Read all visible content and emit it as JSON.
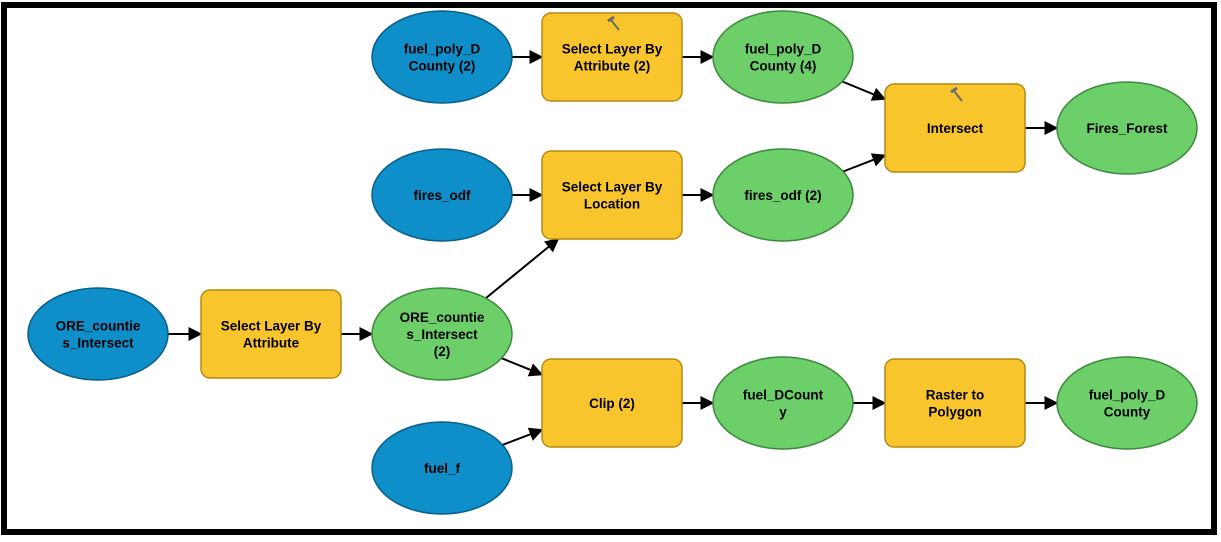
{
  "diagram": {
    "nodes": [
      {
        "id": "fuel_poly_d_county_2",
        "kind": "input",
        "lines": [
          "fuel_poly_D",
          "County (2)"
        ]
      },
      {
        "id": "select_layer_by_attribute_2",
        "kind": "tool",
        "lines": [
          "Select Layer By",
          "Attribute (2)"
        ],
        "icon": "hammer-icon"
      },
      {
        "id": "fuel_poly_d_county_4",
        "kind": "output",
        "lines": [
          "fuel_poly_D",
          "County (4)"
        ]
      },
      {
        "id": "intersect",
        "kind": "tool",
        "lines": [
          "Intersect"
        ],
        "icon": "hammer-icon"
      },
      {
        "id": "fires_forest",
        "kind": "output",
        "lines": [
          "Fires_Forest"
        ]
      },
      {
        "id": "fires_odf",
        "kind": "input",
        "lines": [
          "fires_odf"
        ]
      },
      {
        "id": "select_layer_by_location",
        "kind": "tool",
        "lines": [
          "Select Layer By",
          "Location"
        ]
      },
      {
        "id": "fires_odf_2",
        "kind": "output",
        "lines": [
          "fires_odf (2)"
        ]
      },
      {
        "id": "ore_counties_intersect",
        "kind": "input",
        "lines": [
          "ORE_countie",
          "s_Intersect"
        ]
      },
      {
        "id": "select_layer_by_attribute",
        "kind": "tool",
        "lines": [
          "Select Layer By",
          "Attribute"
        ]
      },
      {
        "id": "ore_counties_intersect_2",
        "kind": "output",
        "lines": [
          "ORE_countie",
          "s_Intersect",
          "(2)"
        ]
      },
      {
        "id": "clip_2",
        "kind": "tool",
        "lines": [
          "Clip (2)"
        ]
      },
      {
        "id": "fuel_dcounty",
        "kind": "output",
        "lines": [
          "fuel_DCount",
          "y"
        ]
      },
      {
        "id": "raster_to_polygon",
        "kind": "tool",
        "lines": [
          "Raster to",
          "Polygon"
        ]
      },
      {
        "id": "fuel_poly_d_county",
        "kind": "output",
        "lines": [
          "fuel_poly_D",
          "County"
        ]
      },
      {
        "id": "fuel_f",
        "kind": "input",
        "lines": [
          "fuel_f"
        ]
      }
    ],
    "edges": [
      {
        "from": "fuel_poly_d_county_2",
        "to": "select_layer_by_attribute_2"
      },
      {
        "from": "select_layer_by_attribute_2",
        "to": "fuel_poly_d_county_4"
      },
      {
        "from": "fuel_poly_d_county_4",
        "to": "intersect"
      },
      {
        "from": "fires_odf_2",
        "to": "intersect"
      },
      {
        "from": "intersect",
        "to": "fires_forest"
      },
      {
        "from": "fires_odf",
        "to": "select_layer_by_location"
      },
      {
        "from": "select_layer_by_location",
        "to": "fires_odf_2"
      },
      {
        "from": "ore_counties_intersect",
        "to": "select_layer_by_attribute"
      },
      {
        "from": "select_layer_by_attribute",
        "to": "ore_counties_intersect_2"
      },
      {
        "from": "ore_counties_intersect_2",
        "to": "select_layer_by_location"
      },
      {
        "from": "ore_counties_intersect_2",
        "to": "clip_2"
      },
      {
        "from": "fuel_f",
        "to": "clip_2"
      },
      {
        "from": "clip_2",
        "to": "fuel_dcounty"
      },
      {
        "from": "fuel_dcounty",
        "to": "raster_to_polygon"
      },
      {
        "from": "raster_to_polygon",
        "to": "fuel_poly_d_county"
      }
    ]
  },
  "colors": {
    "input": "#0e8fc9",
    "output": "#6ccf6a",
    "tool": "#f9c52c",
    "edge": "#000000",
    "frame": "#000000"
  }
}
